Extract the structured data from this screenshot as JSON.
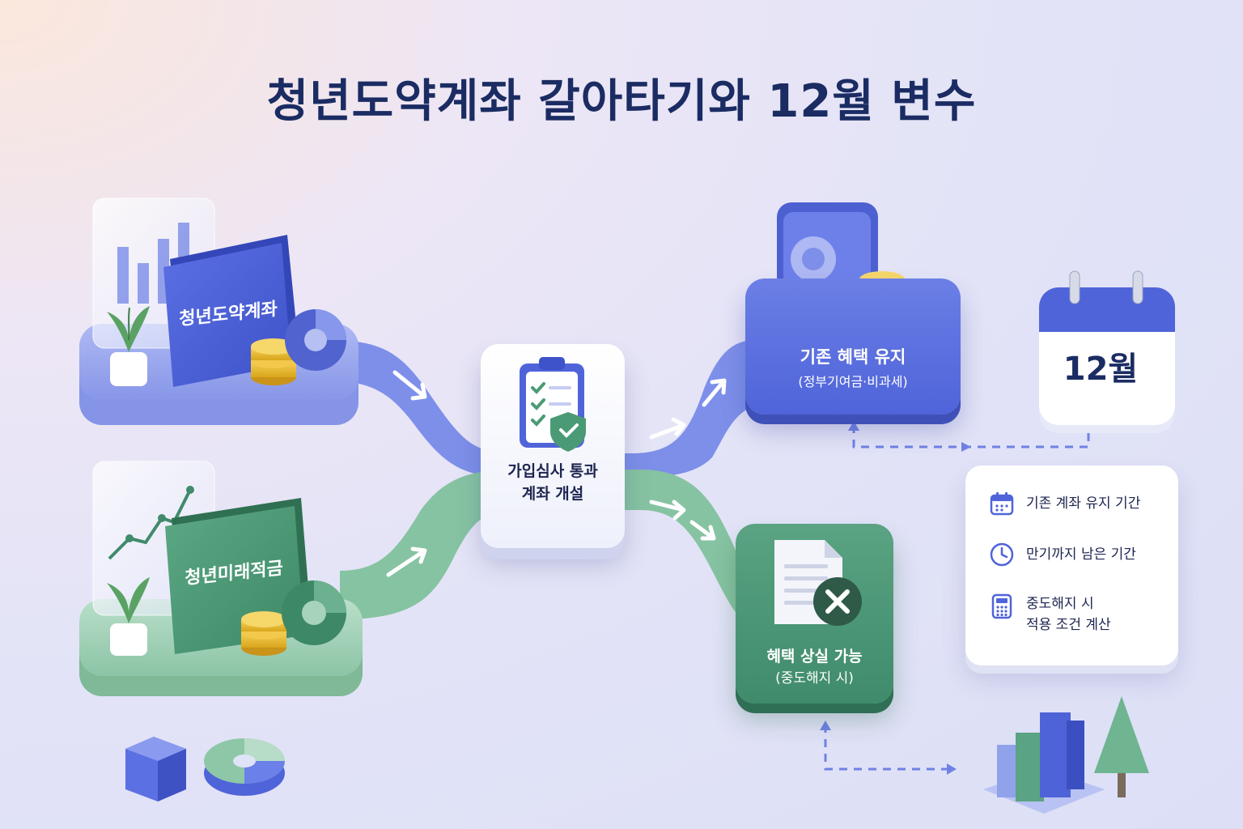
{
  "title": "청년도약계좌 갈아타기와 12월 변수",
  "accounts": {
    "top": {
      "label": "청년도약계좌",
      "color": "#4e63d8"
    },
    "bottom": {
      "label": "청년미래적금",
      "color": "#4b9a76"
    }
  },
  "center": {
    "line1": "가입심사 통과",
    "line2": "계좌 개설",
    "icon": "clipboard-check-shield-icon"
  },
  "outcomes": {
    "keep": {
      "title": "기존 혜택 유지",
      "subtitle": "(정부기여금·비과세)",
      "icon": "safe-with-coins-icon"
    },
    "lose": {
      "title": "혜택 상실 가능",
      "subtitle": "(중도해지 시)",
      "icon": "document-x-icon"
    }
  },
  "calendar": {
    "month": "12월",
    "icon": "calendar-icon"
  },
  "info_panel": {
    "items": [
      {
        "icon": "calendar-icon",
        "text": "기존 계좌 유지 기간"
      },
      {
        "icon": "clock-icon",
        "text": "만기까지 남은 기간"
      },
      {
        "icon": "calculator-icon",
        "line1": "중도해지 시",
        "line2": "적용 조건 계산"
      }
    ]
  },
  "colors": {
    "title": "#1b2c63",
    "blue_path": "#7a8ce8",
    "green_path": "#7fbf9c",
    "blue_accent": "#4e63d8",
    "green_accent": "#4b9a76"
  }
}
